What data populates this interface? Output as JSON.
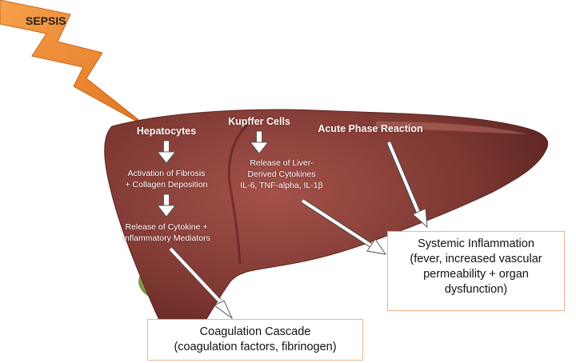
{
  "sepsis": "SEPSIS",
  "hepatocytes": {
    "title": "Hepatocytes",
    "step1": [
      "Activation of Fibrosis",
      "+ Collagen Deposition"
    ],
    "step2": [
      "Release of Cytokine +",
      "Inflammatory Mediators"
    ]
  },
  "kupffer": {
    "title": "Kupffer Cells",
    "step1": [
      "Release of Liver-",
      "Derived Cytokines",
      "IL-6, TNF-alpha, IL-1β"
    ]
  },
  "acute_phase": {
    "title": "Acute Phase Reaction"
  },
  "systemic_box": [
    "Systemic Inflammation",
    "(fever, increased vascular",
    "permeability + organ",
    "dysfunction)"
  ],
  "coag_box": [
    "Coagulation Cascade",
    "(coagulation factors, fibrinogen)"
  ],
  "colors": {
    "bolt": "#f08a2c",
    "liver": "#7a3530",
    "gallbladder": "#8fa34c",
    "box_border": "#f0b48a"
  }
}
